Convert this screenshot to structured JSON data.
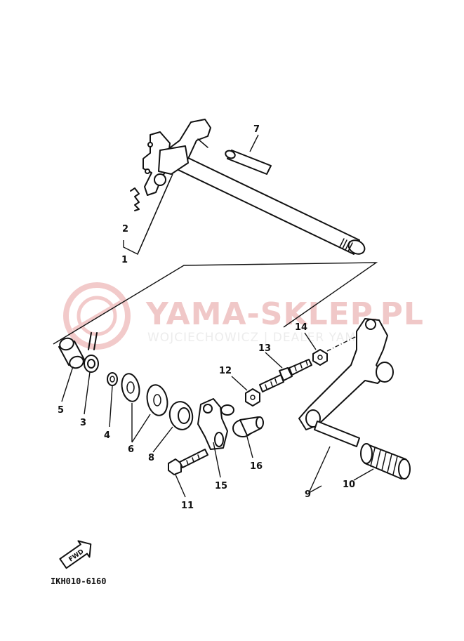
{
  "watermark": {
    "title": "YAMA-SKLEP.PL",
    "subtitle": "WOJCIECHOWICZ | DEALER YAMAHA",
    "color": "#e8a0a0"
  },
  "callouts": [
    "1",
    "2",
    "3",
    "4",
    "5",
    "6",
    "7",
    "8",
    "9",
    "10",
    "11",
    "12",
    "13",
    "14",
    "15",
    "16"
  ],
  "fwd_label": "FWD",
  "diagram_code": "IKH010-6160"
}
